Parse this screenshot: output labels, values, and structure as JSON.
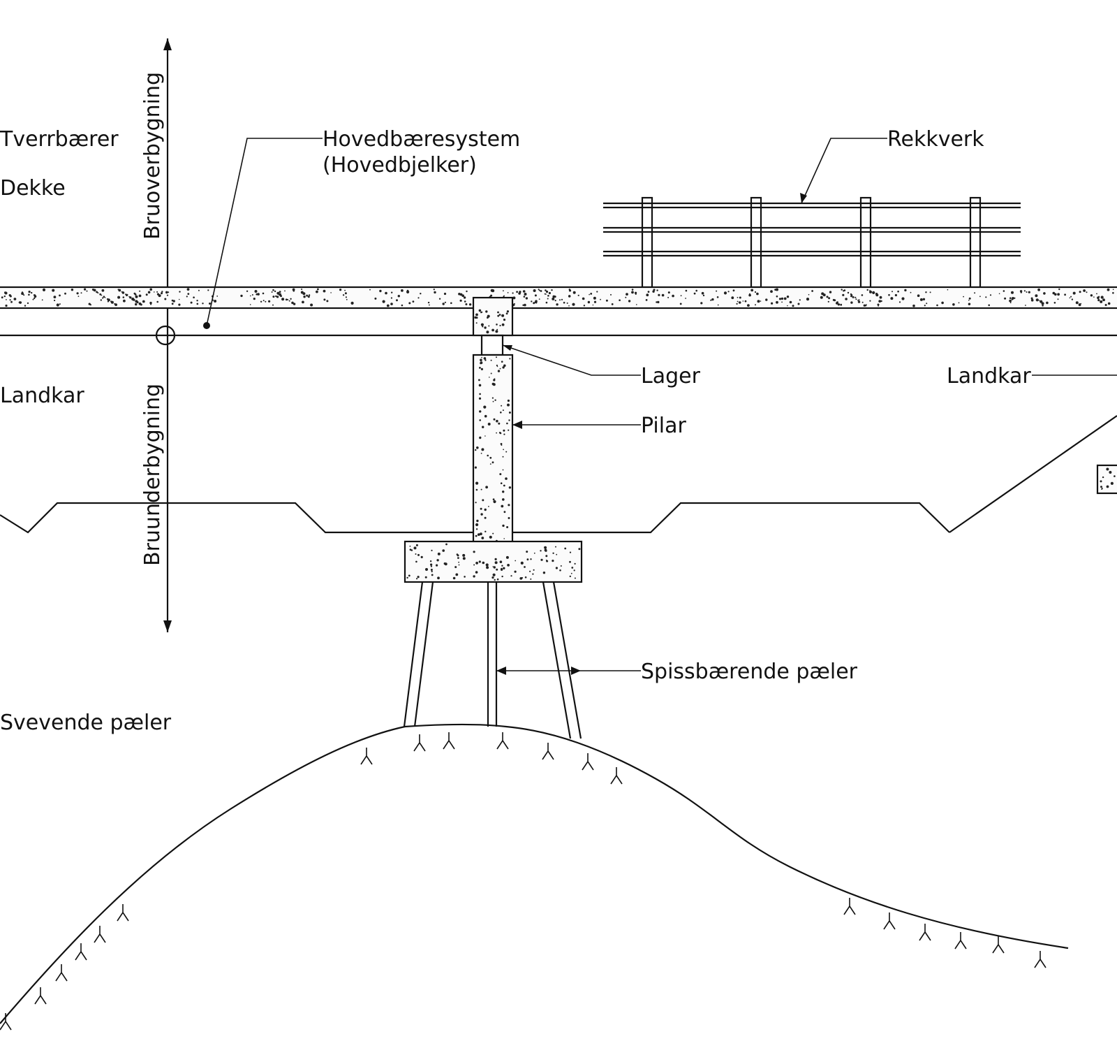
{
  "labels": {
    "tverrbaerer": "Tverrbærer",
    "dekke": "Dekke",
    "bruoverbygning": "Bruoverbygning",
    "hovedbaeresystem_line1": "Hovedbæresystem",
    "hovedbaeresystem_line2": "(Hovedbjelker)",
    "rekkverk": "Rekkverk",
    "landkar_left": "Landkar",
    "bruunderbygning": "Bruunderbygning",
    "lager": "Lager",
    "pilar": "Pilar",
    "landkar_right": "Landkar",
    "spissbaerende_paeler": "Spissbærende pæler",
    "svevende_paeler": "Svevende pæler"
  }
}
